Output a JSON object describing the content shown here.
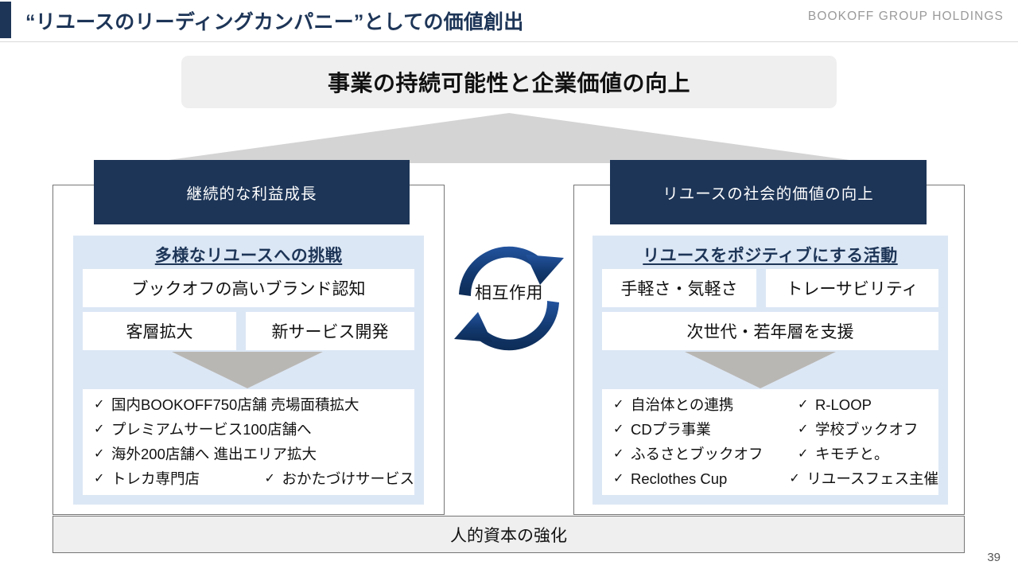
{
  "header": {
    "title": "“リユースのリーディングカンパニー”としての価値創出",
    "brand": "BOOKOFF GROUP HOLDINGS",
    "accent_color": "#1d3557"
  },
  "banner": {
    "text": "事業の持続可能性と企業価値の向上"
  },
  "columns": {
    "left": {
      "header": "継続的な利益成長",
      "panel_heading": "多様なリユースへの挑戦",
      "box_wide": "ブックオフの高いブランド認知",
      "box_half_a": "客層拡大",
      "box_half_b": "新サービス開発",
      "bullets": [
        {
          "col_a": "国内BOOKOFF750店舗 売場面積拡大",
          "col_b": ""
        },
        {
          "col_a": "プレミアムサービス100店舗へ",
          "col_b": ""
        },
        {
          "col_a": "海外200店舗へ 進出エリア拡大",
          "col_b": ""
        },
        {
          "col_a": "トレカ専門店",
          "col_b": "おかたづけサービス"
        }
      ]
    },
    "right": {
      "header": "リユースの社会的価値の向上",
      "panel_heading": "リユースをポジティブにする活動",
      "box_half_a": "手軽さ・気軽さ",
      "box_half_b": "トレーサビリティ",
      "box_wide": "次世代・若年層を支援",
      "bullets": [
        {
          "col_a": "自治体との連携",
          "col_b": "R-LOOP"
        },
        {
          "col_a": "CDプラ事業",
          "col_b": "学校ブックオフ"
        },
        {
          "col_a": "ふるさとブックオフ",
          "col_b": "キモチと。"
        },
        {
          "col_a": "Reclothes Cup",
          "col_b": "リユースフェス主催"
        }
      ]
    }
  },
  "center": {
    "label": "相互作用",
    "arrow_color": "#1a4a8f"
  },
  "bottom": {
    "text": "人的資本の強化"
  },
  "page": {
    "number": "39"
  },
  "icons": {
    "check": "✓"
  }
}
